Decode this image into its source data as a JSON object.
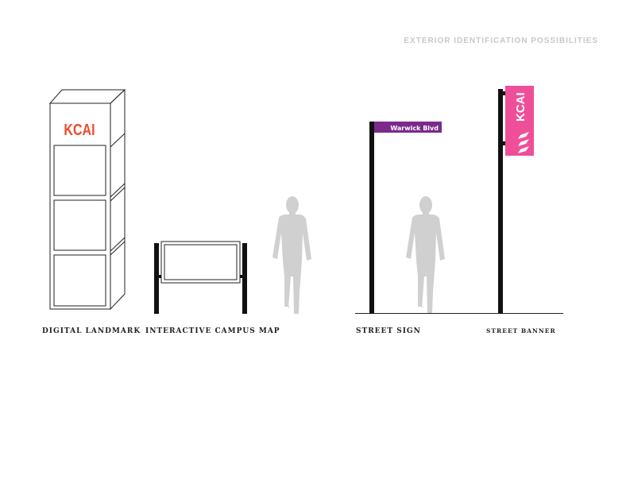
{
  "title": "EXTERIOR IDENTIFICATION POSSIBILITIES",
  "landmark": {
    "logo": "KCAI",
    "caption": "DIGITAL LANDMARK"
  },
  "campus_map": {
    "caption": "INTERACTIVE CAMPUS MAP"
  },
  "street_sign": {
    "label": "Warwick Blvd",
    "caption": "STREET SIGN"
  },
  "street_banner": {
    "logo": "KCAI",
    "caption": "STREET BANNER"
  },
  "colors": {
    "logo_red": "#ee4b2b",
    "sign_purple": "#7b2a8c",
    "banner_pink": "#ee4f98",
    "silhouette": "#d0d0d0"
  }
}
